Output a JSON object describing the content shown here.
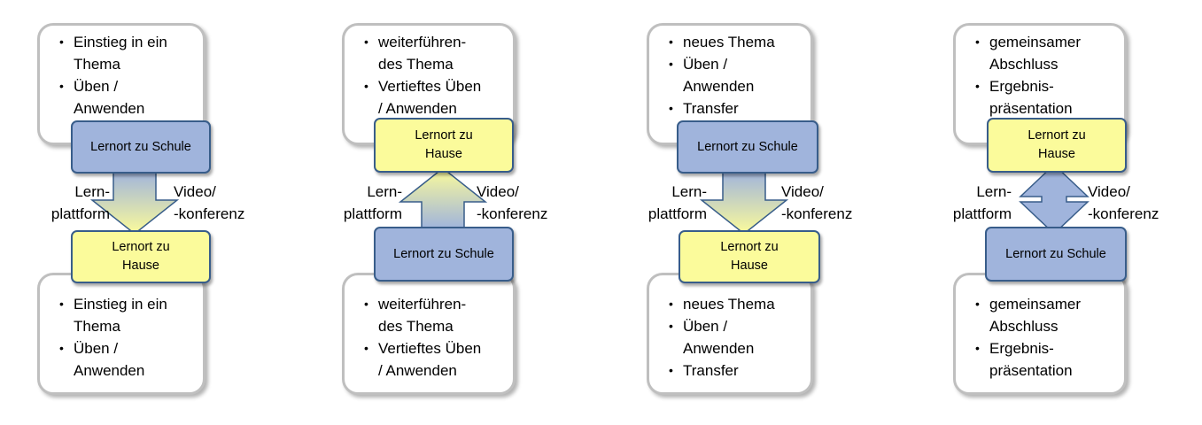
{
  "panels": [
    {
      "top_items": [
        "Einstieg in ein\nThema",
        "Üben /\nAnwenden"
      ],
      "upper_box": {
        "text": "Lernort zu Schule",
        "kind": "school"
      },
      "lower_box": {
        "text": "Lernort zu\nHause",
        "kind": "home"
      },
      "bottom_items": [
        "Einstieg in ein\nThema",
        "Üben /\nAnwenden"
      ],
      "arrow": "down",
      "left_label": "Lern-\nplattform",
      "right_label": "Video/\n-konferenz"
    },
    {
      "top_items": [
        "weiterführen-\ndes Thema",
        "Vertieftes Üben\n/ Anwenden"
      ],
      "upper_box": {
        "text": "Lernort zu\nHause",
        "kind": "home"
      },
      "lower_box": {
        "text": "Lernort zu Schule",
        "kind": "school"
      },
      "bottom_items": [
        "weiterführen-\ndes Thema",
        "Vertieftes Üben\n/ Anwenden"
      ],
      "arrow": "up",
      "left_label": "Lern-\nplattform",
      "right_label": "Video/\n-konferenz"
    },
    {
      "top_items": [
        "neues Thema",
        "Üben /\nAnwenden",
        "Transfer"
      ],
      "upper_box": {
        "text": "Lernort zu Schule",
        "kind": "school"
      },
      "lower_box": {
        "text": "Lernort zu\nHause",
        "kind": "home"
      },
      "bottom_items": [
        "neues Thema",
        "Üben /\nAnwenden",
        "Transfer"
      ],
      "arrow": "down",
      "left_label": "Lern-\nplattform",
      "right_label": "Video/\n-konferenz"
    },
    {
      "top_items": [
        "gemeinsamer\nAbschluss",
        "Ergebnis-\npräsentation"
      ],
      "upper_box": {
        "text": "Lernort zu\nHause",
        "kind": "home"
      },
      "lower_box": {
        "text": "Lernort zu Schule",
        "kind": "school"
      },
      "bottom_items": [
        "gemeinsamer\nAbschluss",
        "Ergebnis-\npräsentation"
      ],
      "arrow": "both",
      "left_label": "Lern-\nplattform",
      "right_label": "Video/\n-konferenz"
    }
  ],
  "colors": {
    "school_fill": "#a0b4dc",
    "home_fill": "#fbfb9b",
    "box_border": "#385d8a",
    "card_border": "#bfbfbf"
  }
}
